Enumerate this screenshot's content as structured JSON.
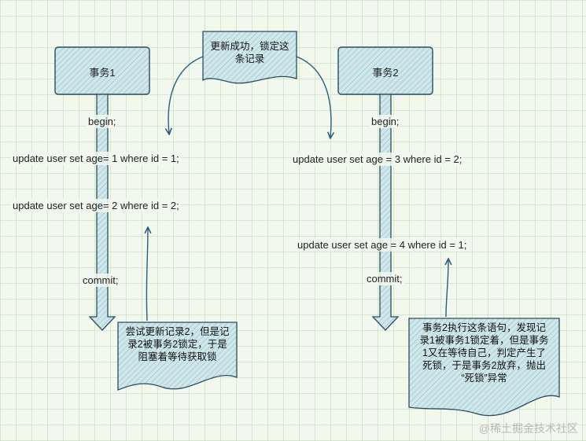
{
  "tx1": {
    "title": "事务1",
    "steps": [
      "begin;",
      "update user set age= 1 where id = 1;",
      "update user set age= 2 where id = 2;",
      "commit;"
    ],
    "note": [
      "尝试更新记录2，但是记",
      "录2被事务2锁定，于是",
      "阻塞着等待获取锁"
    ]
  },
  "tx2": {
    "title": "事务2",
    "steps": [
      "begin;",
      "update user set age = 3 where id = 2;",
      "update user set age = 4 where id = 1;",
      "commit;"
    ],
    "note": [
      "事务2执行这条语句，发现记",
      "录1被事务1锁定着，但是事务",
      "1又在等待自己，判定产生了",
      "死锁，于是事务2放弃，抛出",
      "“死锁”异常"
    ]
  },
  "top_note": [
    "更新成功，锁定这",
    "条记录"
  ],
  "watermark": "@稀土掘金技术社区"
}
